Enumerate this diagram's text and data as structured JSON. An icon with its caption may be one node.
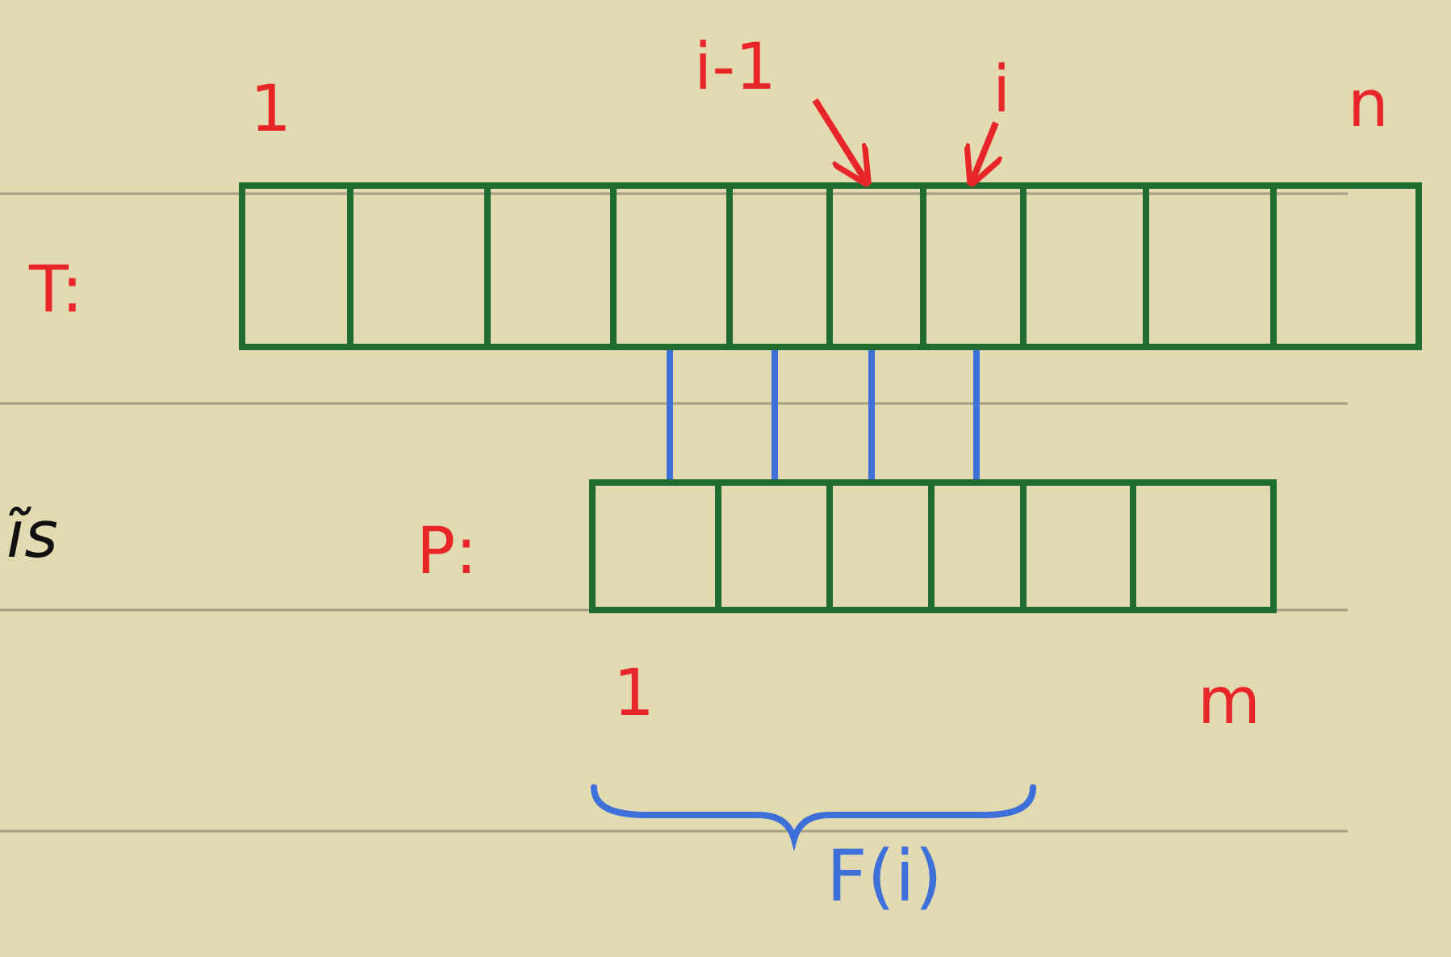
{
  "diagram": {
    "nodes": [
      {
        "text": [],
        "shape": "box"
      },
      {
        "text": [],
        "shape": "box"
      },
      {
        "text": [],
        "shape": "box"
      },
      {
        "text": [],
        "shape": "box"
      },
      {
        "text": [],
        "shape": "box"
      },
      {
        "text": [],
        "shape": "box"
      },
      {
        "text": [],
        "shape": "box"
      },
      {
        "text": [],
        "shape": "box"
      },
      {
        "text": [],
        "shape": "box"
      },
      {
        "text": [],
        "shape": "box"
      },
      {
        "text": [],
        "shape": "box"
      },
      {
        "text": [],
        "shape": "box"
      },
      {
        "text": [],
        "shape": "box"
      },
      {
        "text": [],
        "shape": "box"
      },
      {
        "text": [],
        "shape": "box"
      },
      {
        "text": [],
        "shape": "box"
      },
      {
        "text": [
          "i-1"
        ]
      },
      {
        "text": [
          "i"
        ]
      }
    ],
    "edges": [
      {
        "from": 3,
        "to": 10,
        "arrow": "none"
      },
      {
        "from": 4,
        "to": 11,
        "arrow": "none"
      },
      {
        "from": 5,
        "to": 12,
        "arrow": "none"
      },
      {
        "from": 6,
        "to": 13,
        "arrow": "none"
      },
      {
        "from": 16,
        "to": 5,
        "arrow": "to",
        "color": "#e8262a"
      },
      {
        "from": 17,
        "to": 6,
        "arrow": "to",
        "color": "#e8262a"
      }
    ],
    "labels": [
      "1",
      "n",
      "T:",
      "ĩs",
      "P:",
      "1",
      "m",
      "F(i)"
    ]
  }
}
